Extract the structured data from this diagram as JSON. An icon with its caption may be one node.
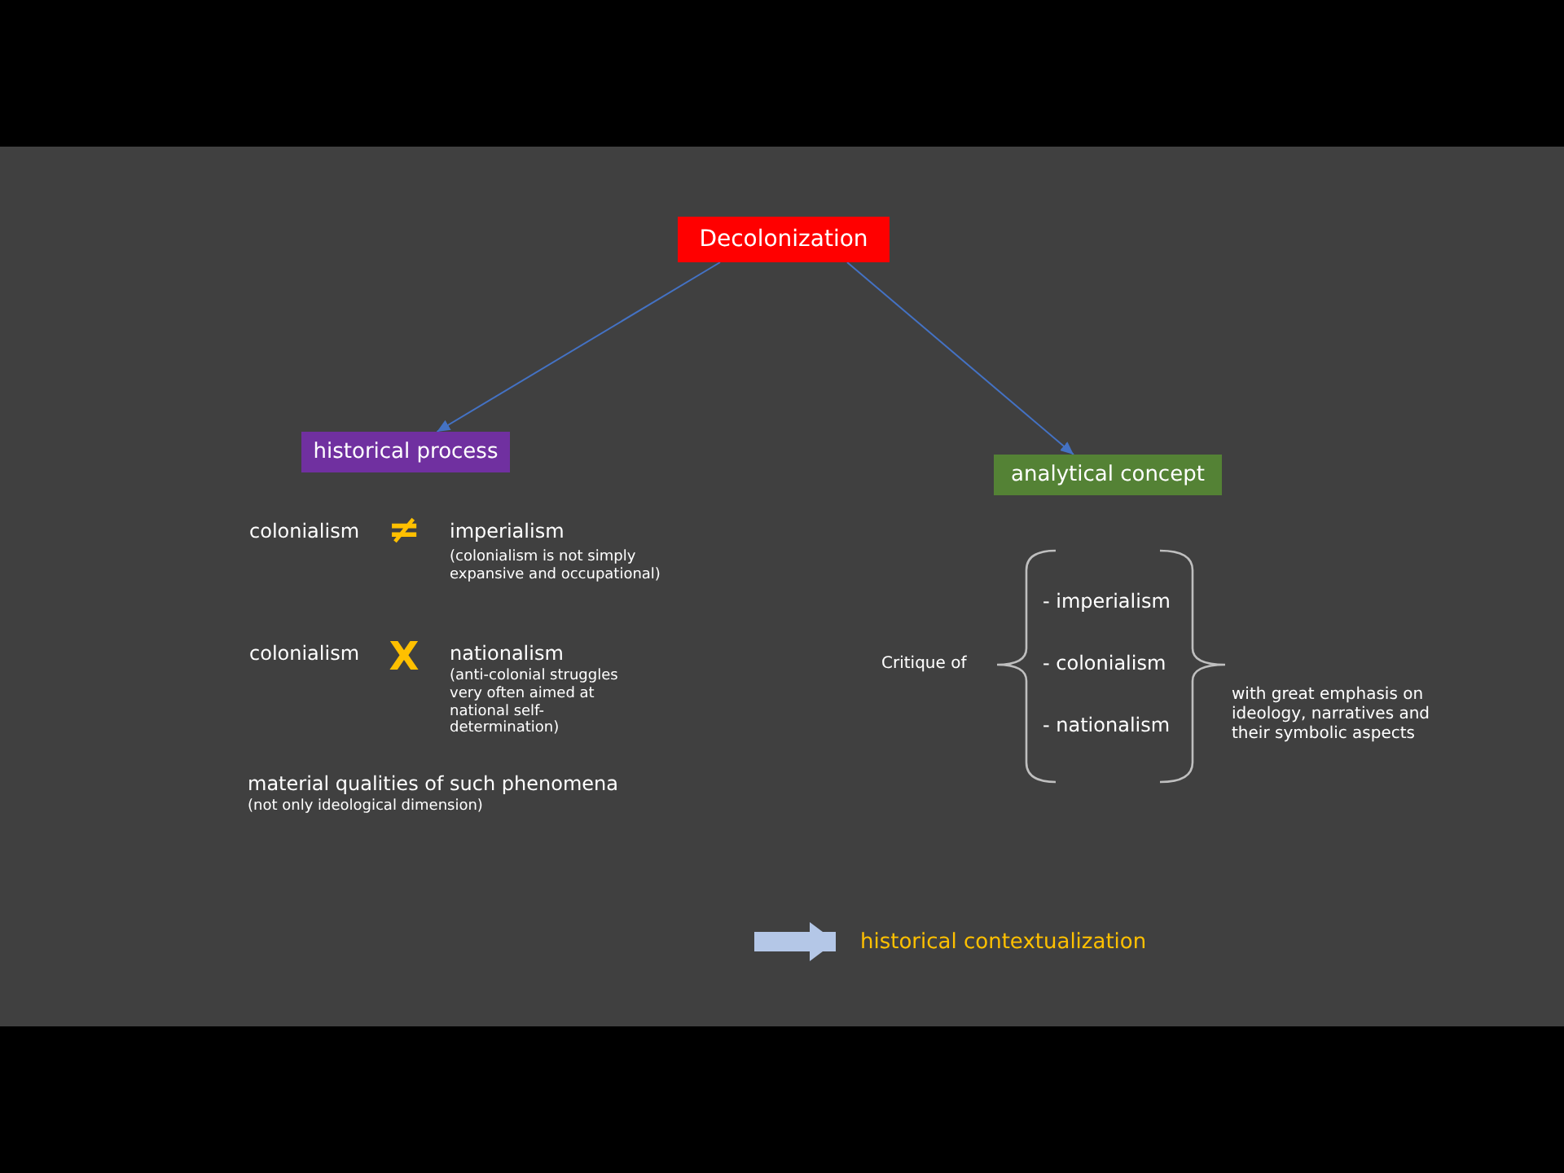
{
  "diagram": {
    "nodes": [
      {
        "text": [
          "Decolonization"
        ]
      },
      {
        "text": [
          "historical process"
        ]
      },
      {
        "text": [
          "analytical concept"
        ]
      },
      {
        "text": [
          "historical contextualization"
        ]
      }
    ],
    "edges": [
      {
        "from": 0,
        "to": 1,
        "arrow": "to"
      },
      {
        "from": 0,
        "to": 2,
        "arrow": "to"
      },
      {
        "from": null,
        "to": 3,
        "arrow": "to",
        "style": "thick",
        "color": "#b4c7e7"
      }
    ],
    "labels": [
      "colonialism",
      "≠",
      "imperialism",
      "(colonialism is not simply expansive and occupational)",
      "colonialism",
      "X",
      "nationalism",
      "(anti-colonial struggles very often aimed at national self-determination)",
      "material qualities of such phenomena",
      "(not only ideological dimension)",
      "Critique of",
      "- imperialism",
      "- colonialism",
      "- nationalism",
      "with great emphasis on ideology, narratives and their symbolic aspects"
    ]
  }
}
